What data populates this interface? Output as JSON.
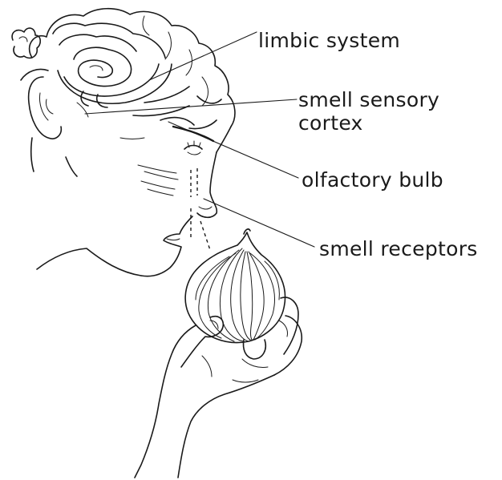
{
  "labels": {
    "limbic_system": "limbic system",
    "smell_sensory_cortex_line1": "smell sensory",
    "smell_sensory_cortex_line2": "cortex",
    "olfactory_bulb": "olfactory bulb",
    "smell_receptors": "smell receptors"
  },
  "colors": {
    "ink": "#1a1a1a",
    "background": "#ffffff"
  }
}
